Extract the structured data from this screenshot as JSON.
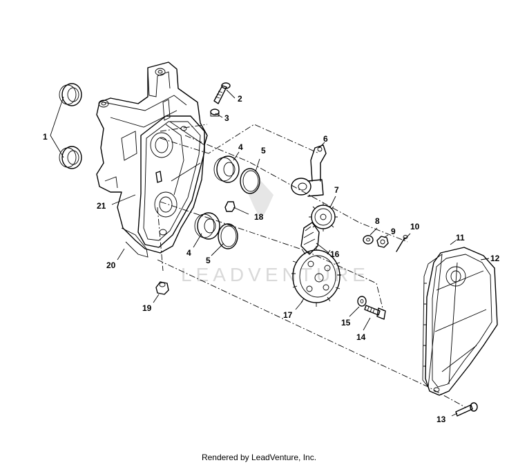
{
  "diagram": {
    "callouts": [
      "1",
      "2",
      "3",
      "4",
      "5",
      "6",
      "7",
      "8",
      "9",
      "10",
      "11",
      "12",
      "13",
      "14",
      "15",
      "16",
      "17",
      "18",
      "19",
      "20",
      "21",
      "4",
      "5"
    ],
    "watermark": "LEADVENTURE",
    "credit": "Rendered by LeadVenture, Inc."
  }
}
